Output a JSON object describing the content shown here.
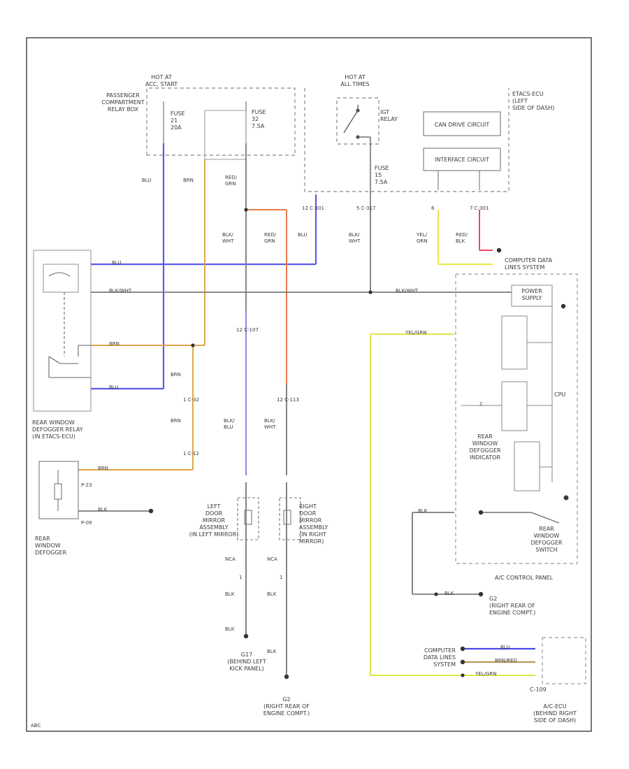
{
  "frame": {
    "footer_code": "ABC"
  },
  "hot_acc": "HOT AT\nACC, START",
  "hot_all": "HOT AT\nALL TIMES",
  "passenger_relay_box": "PASSENGER\nCOMPARTMENT\nRELAY BOX",
  "fuse_a": "FUSE\n21\n20A",
  "fuse_b": "FUSE\n32\n7.5A",
  "fuse_c": "FUSE\n15\n7.5A",
  "igt_relay": "IGT\nRELAY",
  "etacs": "ETACS-ECU\n(LEFT\nSIDE OF DASH)",
  "can_drive": "CAN DRIVE\nCIRCUIT",
  "interface": "INTERFACE\nCIRCUIT",
  "wires": {
    "blu": "BLU",
    "brn": "BRN",
    "red_grn": "RED/\nGRN",
    "blk_wht1": "BLK/\nWHT",
    "red_grn2": "RED/\nGRN",
    "blu2": "BLU",
    "blk_wht2": "BLK/\nWHT",
    "yel_grn": "YEL/\nGRN",
    "red_blk": "RED/\nBLK",
    "brn2": "BRN",
    "brn3": "BRN",
    "blk_blu": "BLK/\nBLU",
    "blk_wht3": "BLK/\nWHT",
    "blk1": "BLK",
    "blk2": "BLK",
    "blk3": "BLK",
    "blk4": "BLK",
    "blk5": "BLK"
  },
  "conn": {
    "c301a": "12 C-301",
    "c317": "5 C-317",
    "c301b": "7 C-301",
    "c107": "12 C-107",
    "c113": "12 C-113",
    "c32": "1 C-32",
    "c12": "1 C-12",
    "p23": "P-23",
    "p09": "P-09",
    "nca": "NCA",
    "ncb": "NCA",
    "p1a": "1",
    "p1b": "1",
    "num6": "6",
    "num2": "2"
  },
  "wire_tags": {
    "blu_h": "BLU",
    "blkwht_h": "BLK/WHT",
    "brn_h": "BRN",
    "blu_h2": "BLU",
    "blkwht_h2": "BLK/WHT",
    "yelgrn_h": "YEL/GRN",
    "brn_h2": "BRN",
    "blk_h": "BLK",
    "blk_h2": "BLK",
    "blu_h3": "BLU",
    "brnred_h": "BRN/RED",
    "yelgrn_h2": "YEL/GRN"
  },
  "computer_data": "COMPUTER DATA\nLINES SYSTEM",
  "power_supply": "POWER\nSUPPLY",
  "cpu": "CPU",
  "rear_defogger_relay": "REAR WINDOW\nDEFOGGER RELAY\n(IN ETACS-ECU)",
  "rear_defogger": "REAR\nWINDOW\nDEFOGGER",
  "left_mirror": "LEFT\nDOOR\nMIRROR\nASSEMBLY\n(IN LEFT MIRROR)",
  "right_mirror": "RIGHT\nDOOR\nMIRROR\nASSEMBLY\n(IN RIGHT\nMIRROR)",
  "g17": "G17\n(BEHIND LEFT\nKICK PANEL)",
  "g2a": "G2\n(RIGHT REAR OF\nENGINE COMPT.)",
  "g2b": "G2\n(RIGHT REAR OF\nENGINE COMPT.)",
  "indicator": "REAR\nWINDOW\nDEFOGGER\nINDICATOR",
  "switch": "REAR\nWINDOW\nDEFOGGER\nSWITCH",
  "ac_panel": "A/C CONTROL PANEL",
  "comp_lines": "COMPUTER\nDATA LINES\nSYSTEM",
  "c109": "C-109",
  "ac_ecu": "A/C-ECU\n(BEHIND RIGHT\nSIDE OF DASH)"
}
